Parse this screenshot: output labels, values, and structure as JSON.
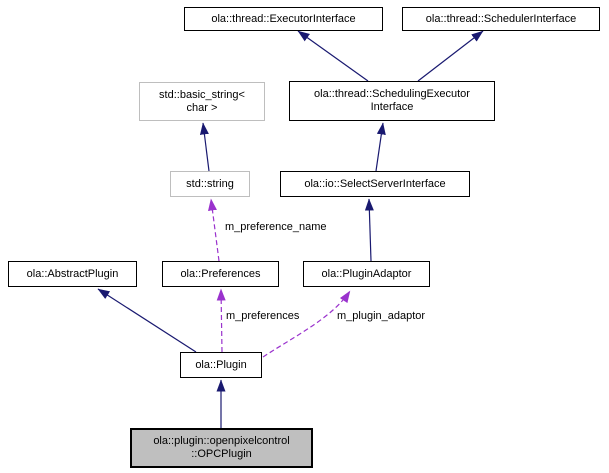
{
  "diagram": {
    "nodes": {
      "executor_interface": {
        "label": "ola::thread::ExecutorInterface"
      },
      "scheduler_interface": {
        "label": "ola::thread::SchedulerInterface"
      },
      "basic_string": {
        "line1": "std::basic_string<",
        "line2": "char >"
      },
      "scheduling_executor": {
        "line1": "ola::thread::SchedulingExecutor",
        "line2": "Interface"
      },
      "std_string": {
        "label": "std::string"
      },
      "select_server_interface": {
        "label": "ola::io::SelectServerInterface"
      },
      "abstract_plugin": {
        "label": "ola::AbstractPlugin"
      },
      "preferences": {
        "label": "ola::Preferences"
      },
      "plugin_adaptor": {
        "label": "ola::PluginAdaptor"
      },
      "plugin": {
        "label": "ola::Plugin"
      },
      "opc_plugin": {
        "line1": "ola::plugin::openpixelcontrol",
        "line2": "::OPCPlugin"
      }
    },
    "edge_labels": {
      "preference_name": "m_preference_name",
      "preferences": "m_preferences",
      "plugin_adaptor": "m_plugin_adaptor"
    },
    "colors": {
      "inheritance_edge": "#191970",
      "usage_edge": "#9a32cd",
      "node_border": "#000000",
      "std_node_border": "#bebebe",
      "node_fill": "#ffffff",
      "selected_node_fill": "#bfbfbf",
      "background": "#ffffff",
      "text": "#000000"
    }
  }
}
